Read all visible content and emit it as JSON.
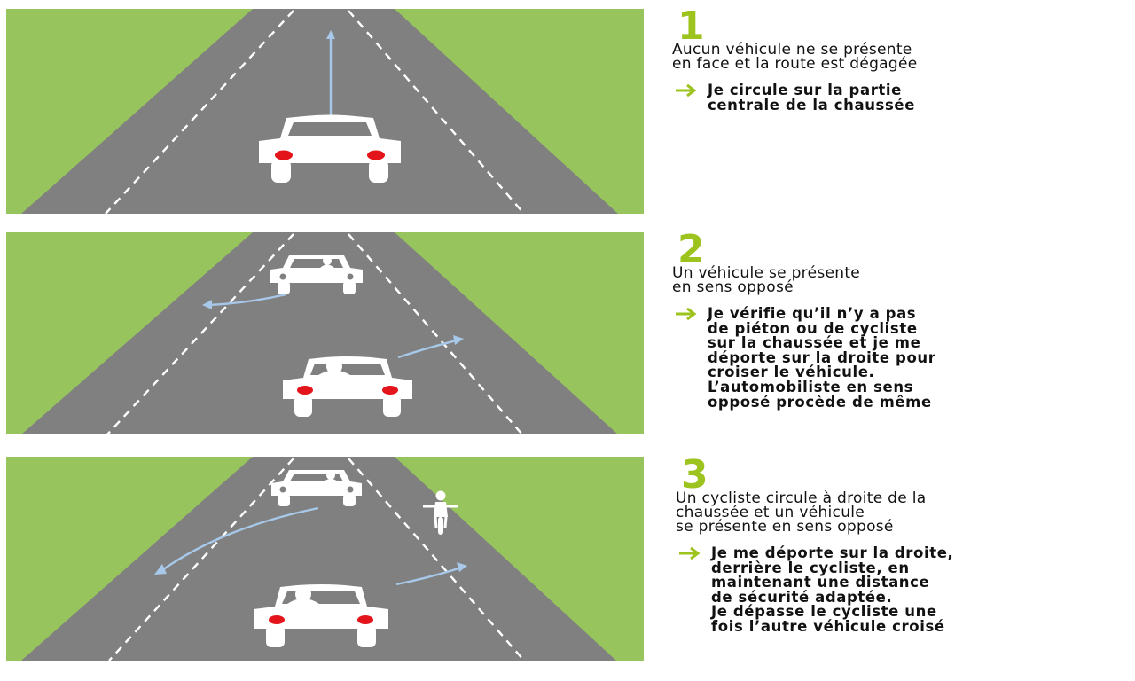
{
  "colors": {
    "grass": "#97c45c",
    "road": "#808080",
    "car": "#ffffff",
    "tail_light": "#e3141a",
    "trajectory_arrow": "#a7c8e8",
    "step_number": "#9dc31f",
    "text": "#111111"
  },
  "icons": {
    "action_marker": "green-arrow-right-icon",
    "car": "car-rear-view-icon",
    "oncoming_car": "car-front-view-icon",
    "cyclist": "cyclist-icon"
  },
  "steps": [
    {
      "number": "1",
      "description": [
        "Aucun véhicule ne se présente",
        "en face et la route est dégagée"
      ],
      "action": [
        "Je circule sur la partie",
        "centrale de la chaussée"
      ]
    },
    {
      "number": "2",
      "description": [
        "Un véhicule se présente",
        "en sens opposé"
      ],
      "action": [
        "Je vérifie qu’il n’y a pas",
        "de piéton ou de cycliste",
        "sur la chaussée et je me",
        "déporte sur la droite pour",
        "croiser le véhicule.",
        "L’automobiliste en sens",
        "opposé procède de même"
      ]
    },
    {
      "number": "3",
      "description": [
        "Un cycliste circule à droite de la",
        "chaussée et un véhicule",
        "se présente en sens opposé"
      ],
      "action": [
        "Je me déporte sur la droite,",
        "derrière le cycliste, en",
        "maintenant une distance",
        "de sécurité adaptée.",
        "Je dépasse le cycliste une",
        "fois l’autre véhicule croisé"
      ]
    }
  ]
}
